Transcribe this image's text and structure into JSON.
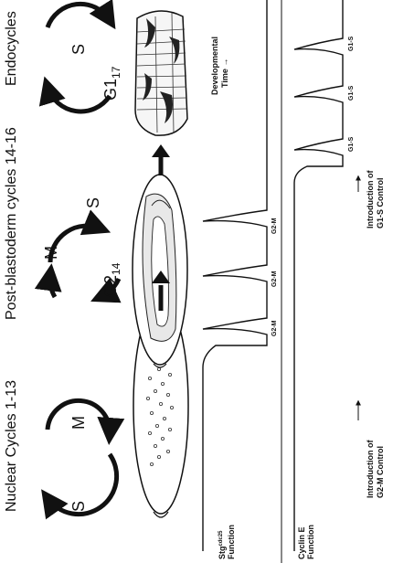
{
  "stages": {
    "nuclear": {
      "title": "Nuclear Cycles 1-13",
      "phase_s": "S",
      "phase_m": "M"
    },
    "post_blastoderm": {
      "title": "Post-blastoderm cycles 14-16",
      "phase_m": "M",
      "phase_s": "S",
      "phase_g2": "G2",
      "phase_g2_sub": "14"
    },
    "endocycles": {
      "title": "Endocycles",
      "phase_s": "S",
      "phase_g1": "G1",
      "phase_g1_sub": "17"
    }
  },
  "traces": {
    "stg": {
      "label": "Stg",
      "label_sup": "cdc25",
      "label_line2": "Function",
      "peaks": [
        "G2-M",
        "G2-M",
        "G2-M"
      ]
    },
    "cyce": {
      "label": "Cyclin E",
      "label_line2": "Function",
      "peaks": [
        "G1-S",
        "G1-S",
        "G1-S"
      ]
    }
  },
  "annotations": {
    "g2m_intro_1": "Introduction of",
    "g2m_intro_2": "G2-M Control",
    "g1s_intro_1": "Introduction of",
    "g1s_intro_2": "G1-S Control",
    "dev_time_1": "Developmental",
    "dev_time_2": "Time →"
  }
}
